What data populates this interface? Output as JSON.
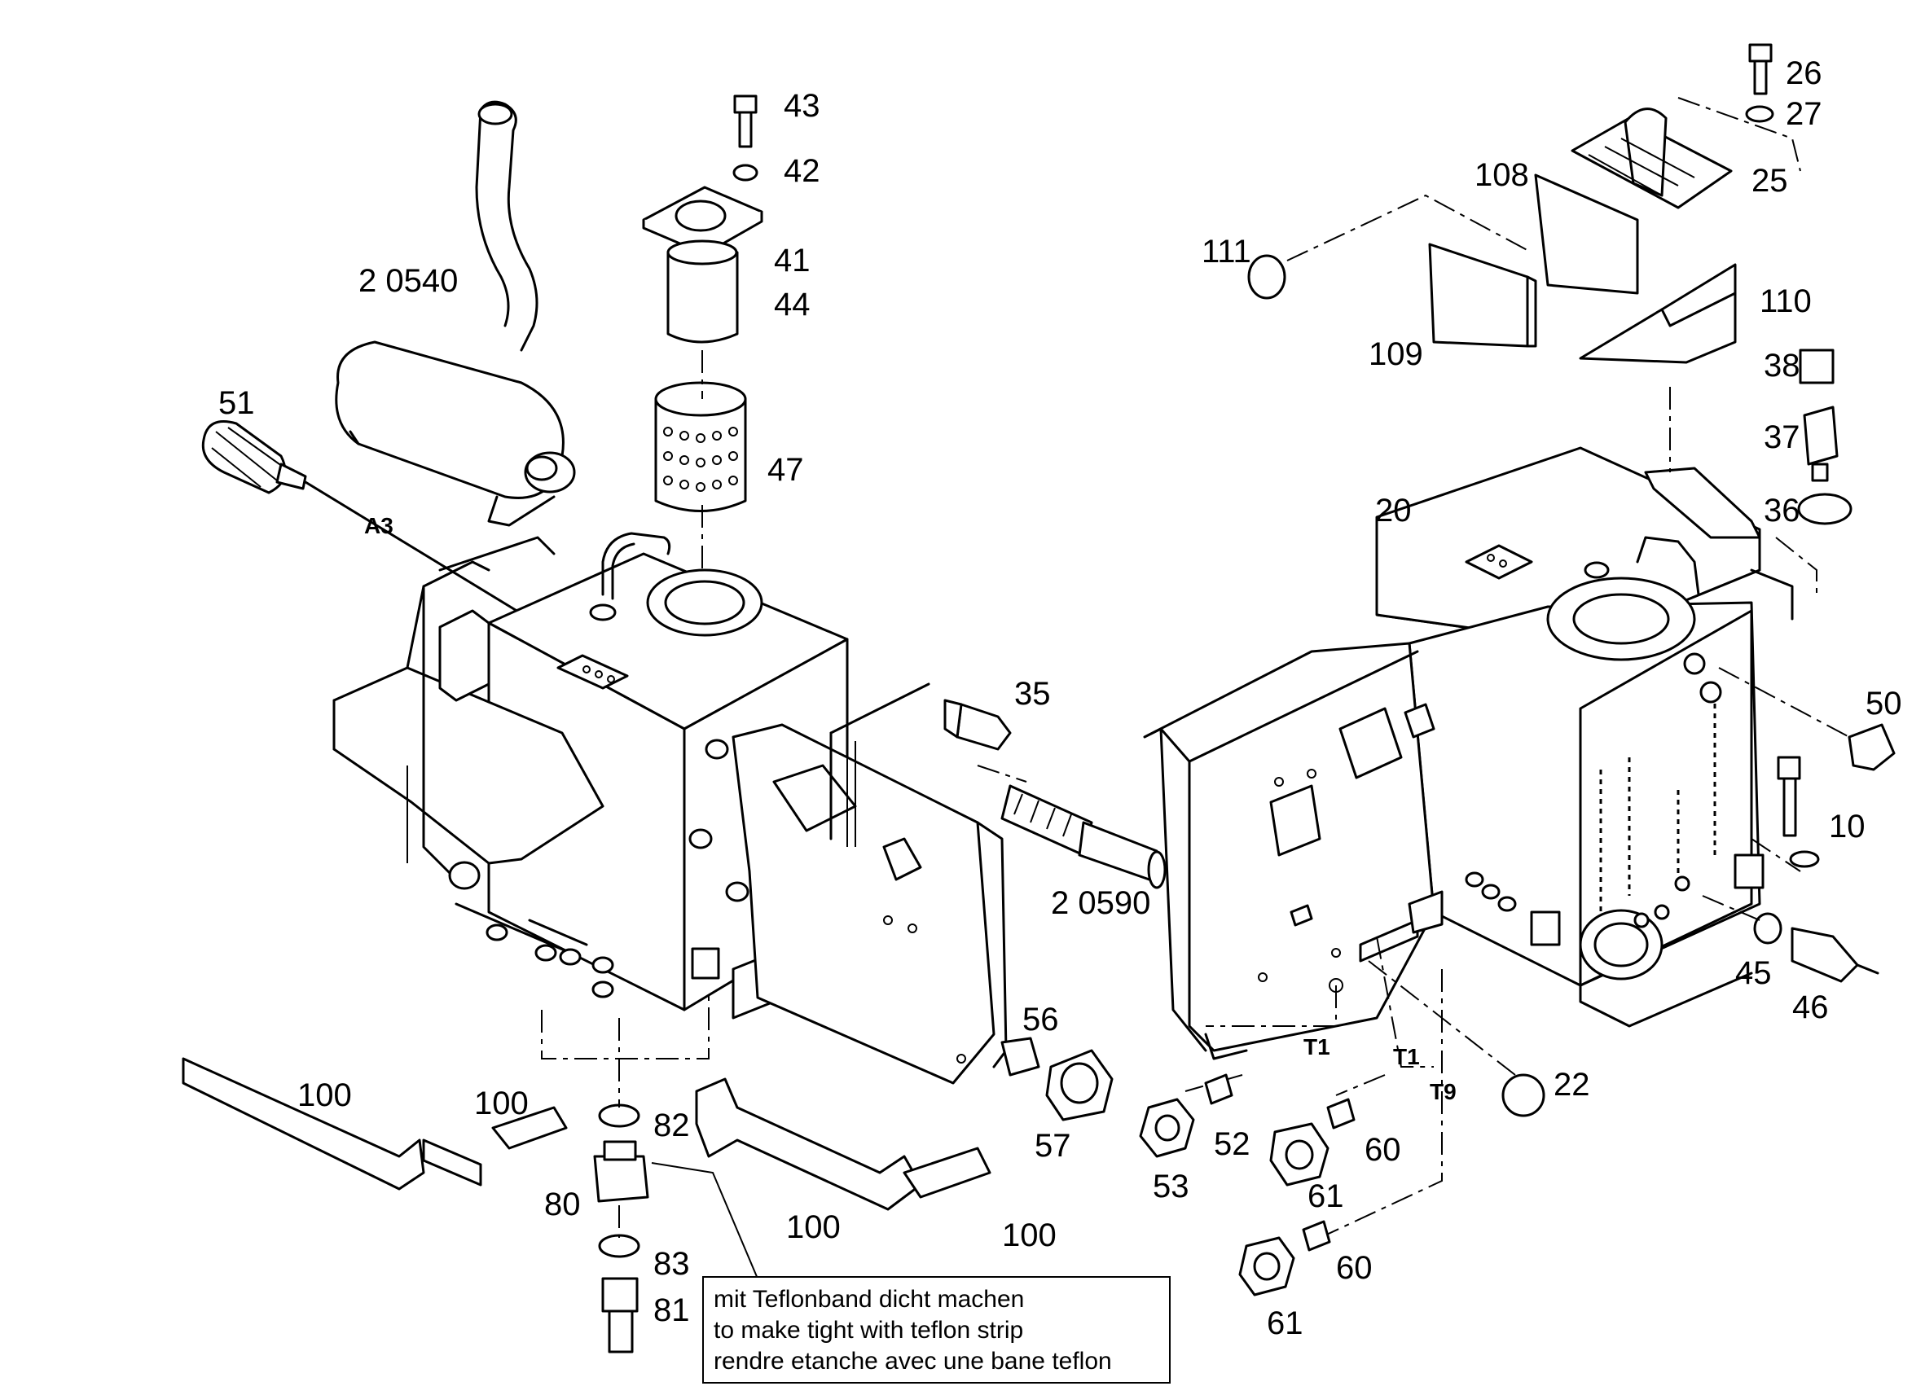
{
  "labels": {
    "l2_0540": "2 0540",
    "l2_0590": "2 0590",
    "lA3": "A3",
    "l43": "43",
    "l42": "42",
    "l41": "41",
    "l44": "44",
    "l47": "47",
    "l51": "51",
    "l35": "35",
    "l56": "56",
    "l57": "57",
    "l100a": "100",
    "l100b": "100",
    "l100c": "100",
    "l100d": "100",
    "l82": "82",
    "l80": "80",
    "l83": "83",
    "l81": "81",
    "l26": "26",
    "l27": "27",
    "l25": "25",
    "l108": "108",
    "l111": "111",
    "l109": "109",
    "l110": "110",
    "l38": "38",
    "l37": "37",
    "l36": "36",
    "l20": "20",
    "l50": "50",
    "l10": "10",
    "l45": "45",
    "l46": "46",
    "l22": "22",
    "lT1a": "T1",
    "lT1b": "T1",
    "lT9": "T9",
    "l52": "52",
    "l53": "53",
    "l60a": "60",
    "l61a": "61",
    "l60b": "60",
    "l61b": "61"
  },
  "note": {
    "line1": "mit Teflonband dicht machen",
    "line2": "to make tight with teflon strip",
    "line3": "rendre etanche avec une bane teflon"
  }
}
